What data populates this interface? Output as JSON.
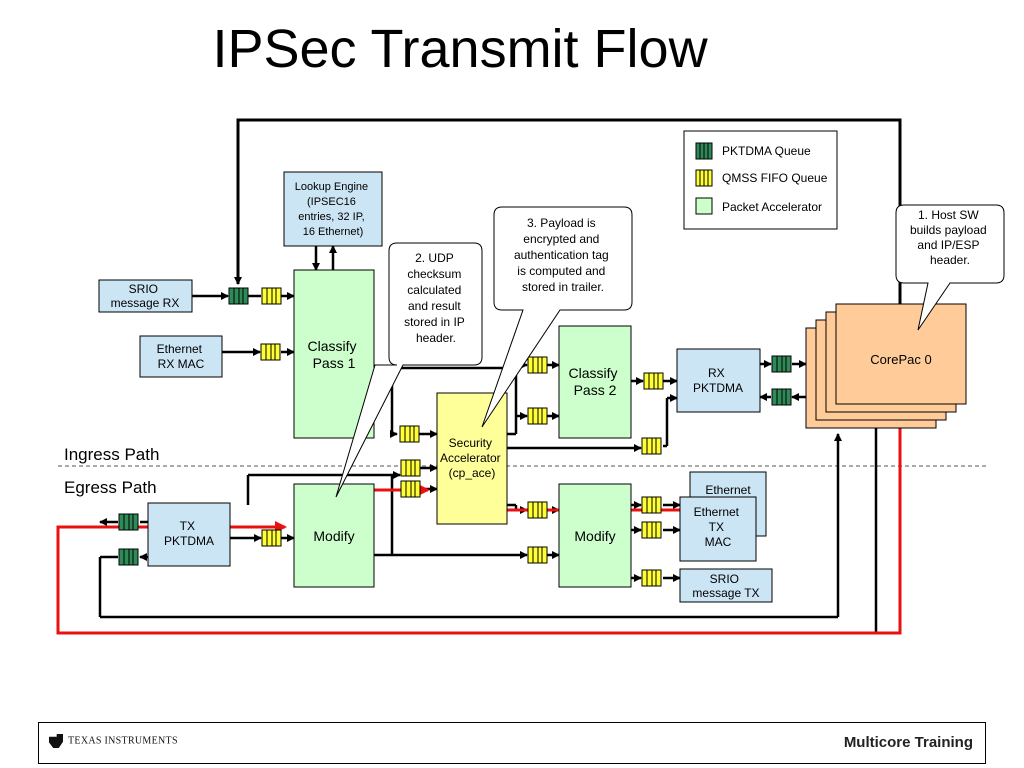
{
  "title": "IPSec Transmit Flow",
  "legend": {
    "pktdma_queue": "PKTDMA Queue",
    "qmss_fifo_queue": "QMSS FIFO Queue",
    "packet_accelerator": "Packet Accelerator"
  },
  "blocks": {
    "lookup_engine": [
      "Lookup Engine",
      "(IPSEC16",
      "entries, 32 IP,",
      "16 Ethernet)"
    ],
    "srio_rx": [
      "SRIO",
      "message RX"
    ],
    "ethernet_rx_mac": [
      "Ethernet",
      "RX MAC"
    ],
    "classify_pass_1": [
      "Classify",
      "Pass 1"
    ],
    "classify_pass_2": [
      "Classify",
      "Pass 2"
    ],
    "security_accelerator": [
      "Security",
      "Accelerator",
      "(cp_ace)"
    ],
    "rx_pktdma": [
      "RX",
      "PKTDMA"
    ],
    "corepac": [
      "CorePac 0"
    ],
    "tx_pktdma": [
      "TX",
      "PKTDMA"
    ],
    "modify_1": [
      "Modify"
    ],
    "modify_2": [
      "Modify"
    ],
    "ethernet_tx_back": [
      "Ethernet"
    ],
    "ethernet_tx_mac": [
      "Ethernet",
      "TX",
      "MAC"
    ],
    "srio_tx": [
      "SRIO",
      "message TX"
    ]
  },
  "callouts": {
    "step1": [
      "1. Host SW",
      "builds payload",
      "and IP/ESP",
      "header."
    ],
    "step2": [
      "2. UDP",
      "checksum",
      "calculated",
      "and result",
      "stored in IP",
      "header."
    ],
    "step3": [
      "3. Payload is",
      "encrypted and",
      "authentication tag",
      "is computed and",
      "stored in trailer."
    ]
  },
  "paths": {
    "ingress": "Ingress Path",
    "egress": "Egress Path"
  },
  "footer": {
    "logo": "TEXAS INSTRUMENTS",
    "right": "Multicore Training"
  },
  "colors": {
    "pktdma_queue": "#2e8b57",
    "qmss_fifo_queue": "#ffff33",
    "packet_accelerator": "#ccffcc",
    "host_block": "#cce5f5",
    "security_block": "#ffff99",
    "corepac": "#ffcc99",
    "flow_arrow": "#e81010"
  }
}
